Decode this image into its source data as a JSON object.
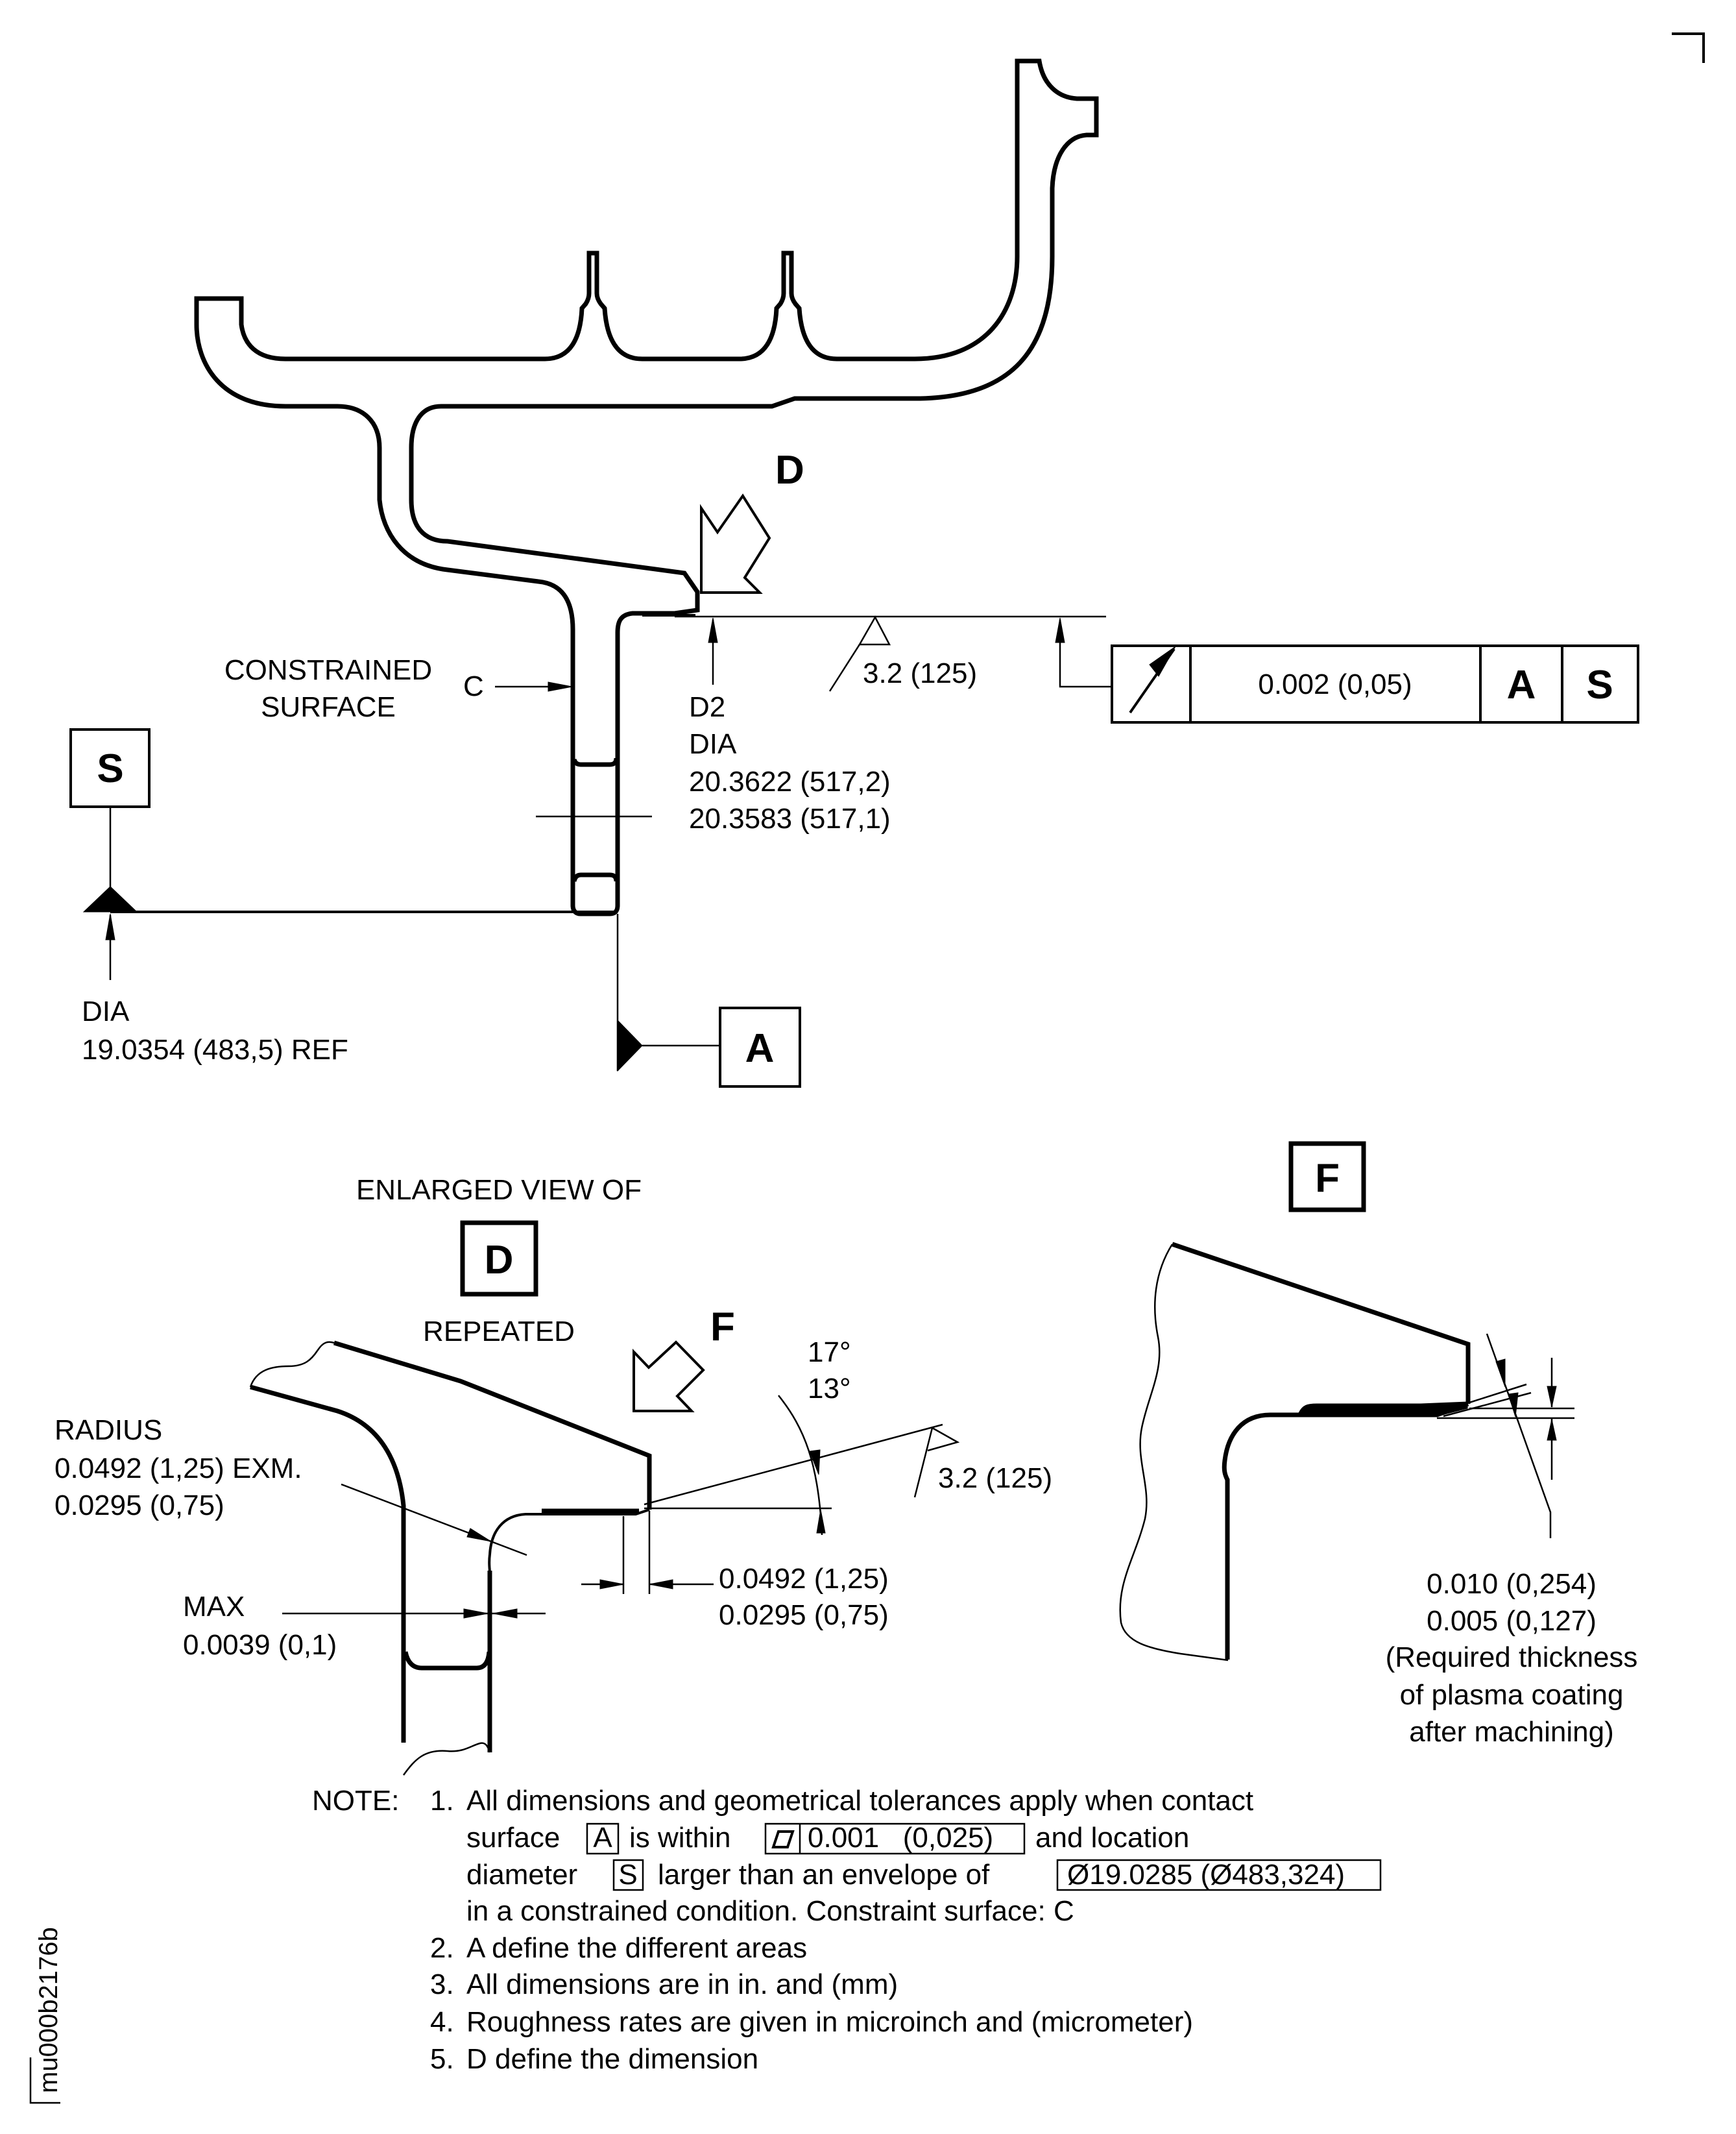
{
  "drawing_id": "mu000b2176b",
  "main_view": {
    "view_arrow_label": "D",
    "constrained_surface": [
      "CONSTRAINED",
      "SURFACE"
    ],
    "constraint_label": "C",
    "d2_dimension": {
      "name": "D2",
      "type": "DIA",
      "upper": "20.3622 (517,2)",
      "lower": "20.3583 (517,1)"
    },
    "roughness": "3.2 (125)",
    "feature_control_frame": {
      "symbol": "circular-runout",
      "tolerance": "0.002 (0,05)",
      "datum_1": "A",
      "datum_2": "S"
    },
    "datum_s": "S",
    "datum_a": "A",
    "ref_dimension": {
      "type": "DIA",
      "value": "19.0354 (483,5) REF"
    }
  },
  "enlarged_view": {
    "title_top": "ENLARGED VIEW OF",
    "view_label": "D",
    "title_bottom": "REPEATED",
    "view_arrow_label": "F",
    "radius": {
      "label": "RADIUS",
      "upper": "0.0492 (1,25) EXM.",
      "lower": "0.0295 (0,75)"
    },
    "max_gap": {
      "label": "MAX",
      "value": "0.0039 (0,1)"
    },
    "width": {
      "upper": "0.0492 (1,25)",
      "lower": "0.0295 (0,75)"
    },
    "angle": {
      "upper": "17°",
      "lower": "13°"
    },
    "roughness": "3.2 (125)"
  },
  "detail_f": {
    "view_label": "F",
    "thickness_upper": "0.010 (0,254)",
    "thickness_lower": "0.005 (0,127)",
    "caption": [
      "(Required thickness",
      "of plasma coating",
      "after machining)"
    ]
  },
  "notes": {
    "label": "NOTE:",
    "items": [
      {
        "num": "1.",
        "line1": "All dimensions and geometrical tolerances apply when contact",
        "line2_prefix": "surface",
        "line2_datum": "A",
        "line2_mid": "is within",
        "line2_flatness_value": "0.001   (0,025)",
        "line2_suffix": "and location",
        "line3_prefix": "diameter",
        "line3_datum": "S",
        "line3_mid": "larger than an envelope of",
        "line3_envelope": "Ø19.0285 (Ø483,324)",
        "line4": "in a constrained condition. Constraint surface: C"
      },
      {
        "num": "2.",
        "text": "A define the different areas"
      },
      {
        "num": "3.",
        "text": "All dimensions are in in. and (mm)"
      },
      {
        "num": "4.",
        "text": "Roughness rates are given in microinch and (micrometer)"
      },
      {
        "num": "5.",
        "text": "D define the dimension"
      }
    ]
  }
}
